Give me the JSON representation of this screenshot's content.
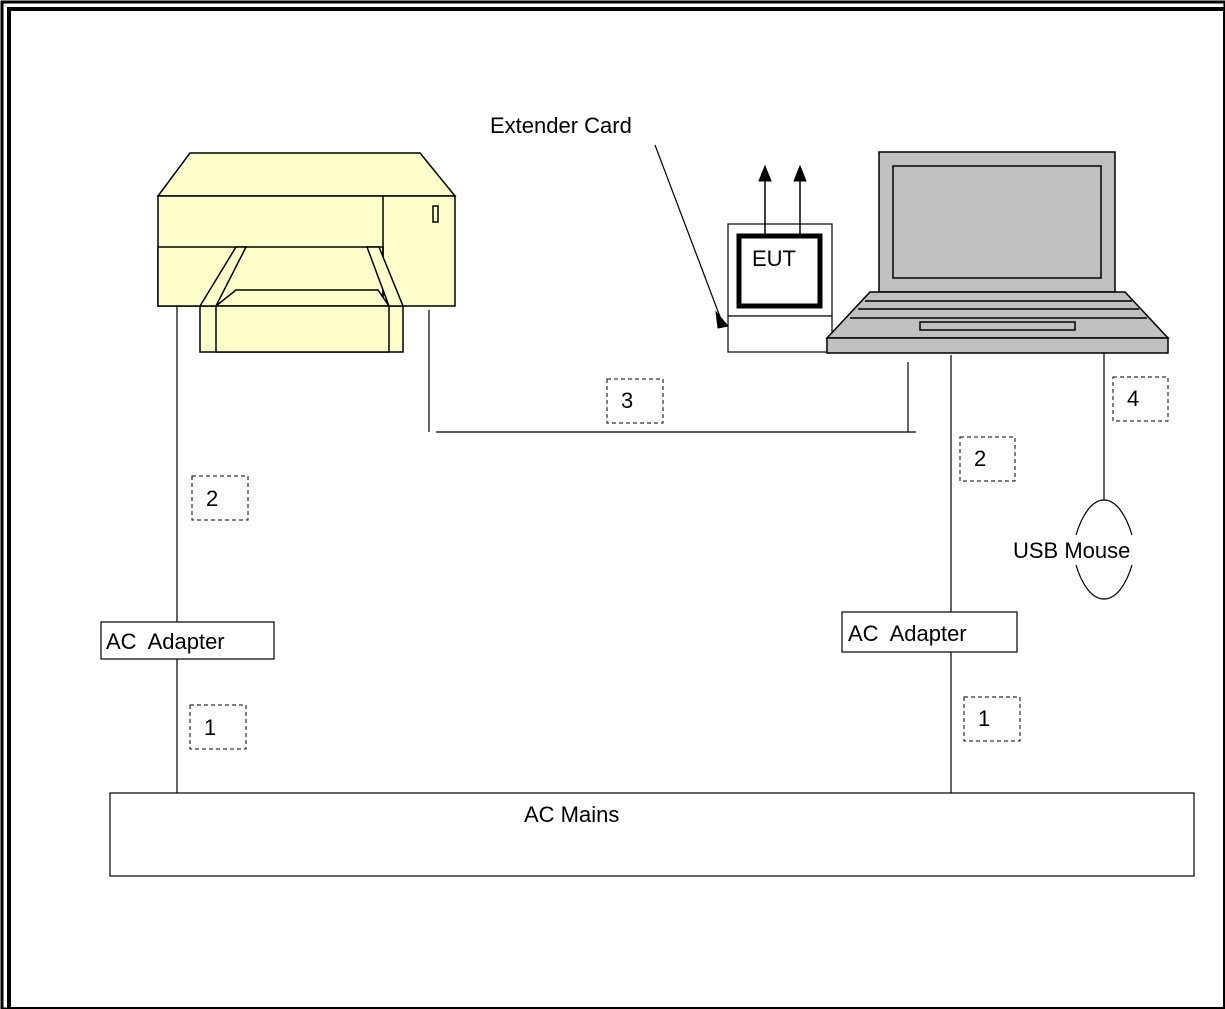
{
  "labels": {
    "extender_card": "Extender Card",
    "eut": "EUT",
    "usb_mouse": "USB Mouse",
    "ac_adapter_left": "AC  Adapter",
    "ac_adapter_right": "AC  Adapter",
    "ac_mains": "AC Mains"
  },
  "cable_ids": {
    "printer_power": "2",
    "printer_mains": "1",
    "printer_laptop": "3",
    "laptop_power": "2",
    "laptop_mains": "1",
    "mouse_cable": "4"
  },
  "colors": {
    "printer_fill": "#ffffcc",
    "laptop_fill": "#c0c0c0",
    "line": "#000000"
  }
}
